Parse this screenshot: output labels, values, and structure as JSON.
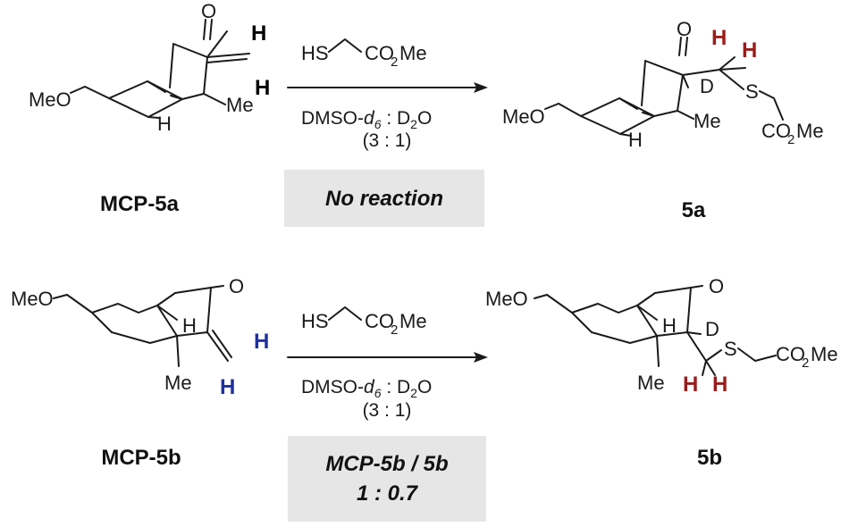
{
  "colors": {
    "blue_h": "#1f2fa0",
    "red_h": "#9b1c1c",
    "box": "#e6e6e6"
  },
  "atoms": {
    "O": "O",
    "H": "H",
    "D": "D",
    "S": "S",
    "Me": "Me",
    "MeO": "MeO",
    "HS": "HS",
    "CO2Me_pre": "CO",
    "CO2Me_sub": "2",
    "CO2Me_post": "Me"
  },
  "conditions": {
    "solvent_pre": "DMSO-",
    "solvent_d": "d",
    "solvent_6": "6",
    "solvent_mid": " : D",
    "solvent_2": "2",
    "solvent_post": "O",
    "ratio": "(3 : 1)"
  },
  "reaction_1": {
    "reactant_label": "MCP-5a",
    "product_label": "5a",
    "result": "No reaction"
  },
  "reaction_2": {
    "reactant_label": "MCP-5b",
    "product_label": "5b",
    "result_line1": "MCP-5b / 5b",
    "result_line2": "1 : 0.7"
  }
}
